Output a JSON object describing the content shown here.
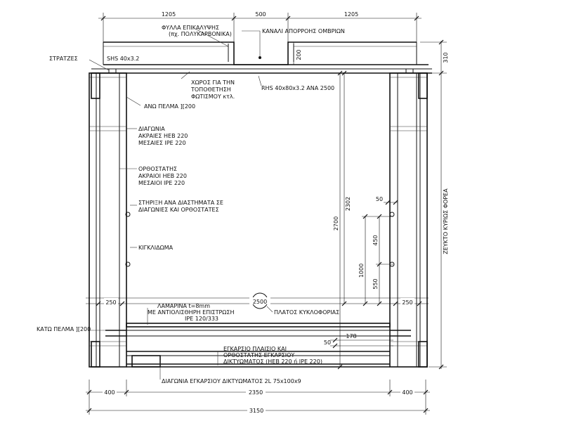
{
  "dimensions": {
    "top_left": "1205",
    "top_mid": "500",
    "top_right": "1205",
    "right_top": "310",
    "right_full": "ΖΕΥΚΤΟ ΚΥΡΙΩΣ ΦΟΡΕΑ",
    "height_total": "2700",
    "height_clear": "2302",
    "post_offset": "50",
    "rail_spacing": "450",
    "rail_height": "1000",
    "rail_bottom": "550",
    "clear_width": "2500",
    "left_edge": "250",
    "right_edge": "250",
    "crossbeam_height": "178",
    "deck_offset": "50",
    "roof_height": "200",
    "bottom_left": "400",
    "bottom_mid": "2350",
    "bottom_right": "400",
    "bottom_total": "3150"
  },
  "labels": {
    "roof_sheets_1": "ΦΥΛΛΑ ΕΠΙΚΑΛΥΨΗΣ",
    "roof_sheets_2": "(πχ. ΠΟΛΥΚΑΡΒΟΝΙΚΑ)",
    "gutter": "ΚΑΝΑΛΙ ΑΠΟΡΡΟΗΣ ΟΜΒΡΙΩΝ",
    "purlins": "ΣΤΡΑΤΖΕΣ",
    "shs": "SHS 40x3.2",
    "pv_space_1": "ΧΩΡΟΣ ΓΙΑ ΤΗΝ",
    "pv_space_2": "ΤΟΠΟΘΕΤΗΣΗ",
    "pv_space_3": "ΦΩΤΙΣΜΟΥ κτλ.",
    "rhs": "RHS 40x80x3.2 ΑΝΑ 2500",
    "top_flange": "ΑΝΩ ΠΕΛΜΑ ][200",
    "diag_1": "ΔΙΑΓΩΝΙΑ",
    "diag_2": "ΑΚΡΑΙΕΣ HEB 220",
    "diag_3": "ΜΕΣΑΙΕΣ IPE 220",
    "post_1": "ΟΡΘΟΣΤΑΤΗΣ",
    "post_2": "ΑΚΡΑΙΟΙ HEB 220",
    "post_3": "ΜΕΣΑΙΟΙ IPE 220",
    "support_1": "ΣΤΗΡΙΞΗ ΑΝΑ ΔΙΑΣΤΗΜΑΤΑ ΣΕ",
    "support_2": "ΔΙΑΓΩΝΙΕΣ ΚΑΙ ΟΡΘΟΣΤΑΤΕΣ",
    "railing": "ΚΙΓΚΛΙΔΩΜΑ",
    "walkway_width": "ΠΛΑΤΟΣ ΚΥΚΛΟΦΟΡΙΑΣ",
    "plate_1": "ΛΑΜΑΡΙΝΑ t=8mm",
    "plate_2": "ΜΕ ΑΝΤΙΟΛΙΣΘΗΡΗ ΕΠΙΣΤΡΩΣΗ",
    "plate_3": "IPE 120/333",
    "bottom_flange": "ΚΑΤΩ ΠΕΛΜΑ ][200",
    "cross_1": "ΕΓΚΑΡΣΙΟ ΠΛΑΙΣΙΟ ΚΑΙ",
    "cross_2": "ΟΡΘΟΣΤΑΤΗΣ ΕΓΚΑΡΣΙΟΥ",
    "cross_3": "ΔΙΚΤΥΩΜΑΤΟΣ (HEB 220 ή IPE 220)",
    "cross_diag": "ΔΙΑΓΩΝΙΑ ΕΓΚΑΡΣΙΟΥ ΔΙΚΤΥΩΜΑΤΟΣ 2L 75x100x9"
  }
}
